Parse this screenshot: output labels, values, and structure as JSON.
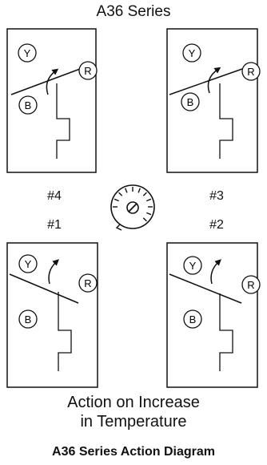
{
  "diagram": {
    "title": "A36 Series",
    "switches": [
      {
        "number": "#4",
        "y_label": "Y",
        "r_label": "R",
        "b_label": "B"
      },
      {
        "number": "#3",
        "y_label": "Y",
        "r_label": "R",
        "b_label": "B"
      },
      {
        "number": "#1",
        "y_label": "Y",
        "r_label": "R",
        "b_label": "B"
      },
      {
        "number": "#2",
        "y_label": "Y",
        "r_label": "R",
        "b_label": "B"
      }
    ],
    "caption_line1": "Action on Increase",
    "caption_line2": "in Temperature",
    "figure_title": "A36 Series Action Diagram"
  }
}
